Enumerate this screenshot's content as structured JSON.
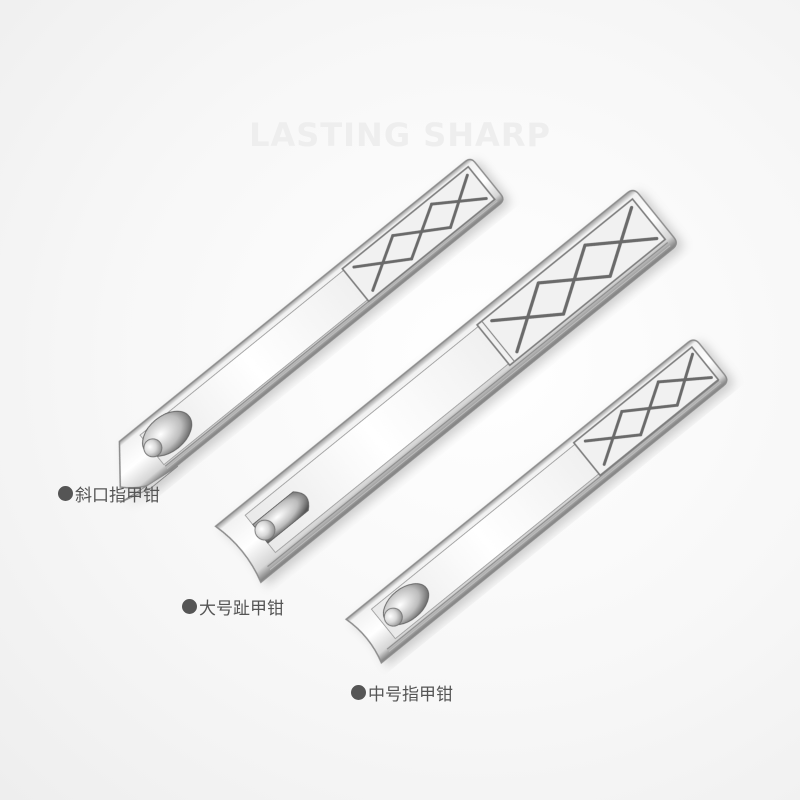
{
  "headline": "LASTING SHARP",
  "products": [
    {
      "label": "斜口指甲钳",
      "type": "slanted-nail-clipper"
    },
    {
      "label": "大号趾甲钳",
      "type": "large-toenail-clipper"
    },
    {
      "label": "中号指甲钳",
      "type": "medium-nail-clipper"
    }
  ],
  "colors": {
    "background": "#f7f7f7",
    "headline": "#eeeeee",
    "label_text": "#555555",
    "metal_light": "#f4f4f4",
    "metal_mid": "#c8c8c8",
    "metal_dark": "#6e6e6e"
  }
}
